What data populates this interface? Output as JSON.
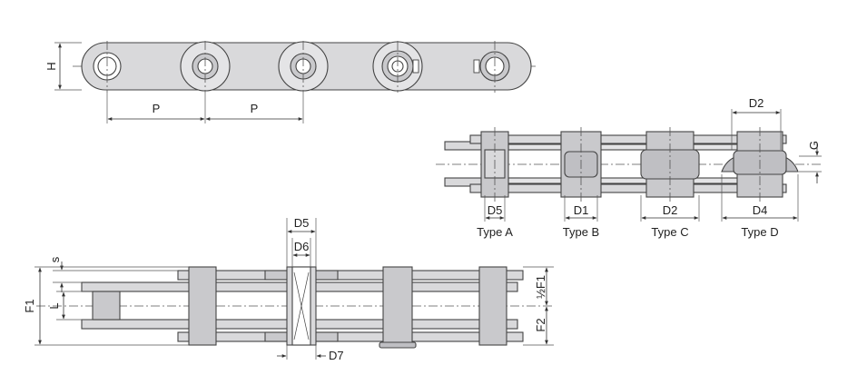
{
  "labels": {
    "H": "H",
    "P1": "P",
    "P2": "P",
    "D2_top": "D2",
    "G": "G",
    "D5_side": "D5",
    "D1": "D1",
    "D2": "D2",
    "D4": "D4",
    "type_a": "Type A",
    "type_b": "Type B",
    "type_c": "Type C",
    "type_d": "Type D",
    "D5_bottom": "D5",
    "D6": "D6",
    "s": "s",
    "F1": "F1",
    "L": "L",
    "half_F1": "½F1",
    "F2": "F2",
    "D7": "D7"
  },
  "colors": {
    "plate": "#d9d9db",
    "roller": "#bfbfc3",
    "line": "#444444"
  }
}
